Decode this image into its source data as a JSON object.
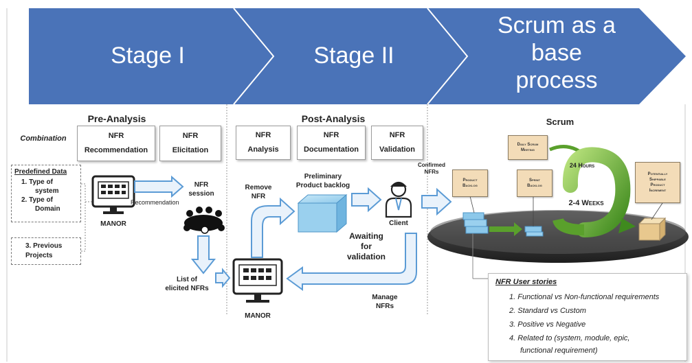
{
  "stages": {
    "stage1": "Stage I",
    "stage2": "Stage II",
    "stage3_line1": "Scrum as a",
    "stage3_line2": "base",
    "stage3_line3": "process"
  },
  "pre_analysis": {
    "title": "Pre-Analysis",
    "combination": "Combination",
    "nfr_recommendation_1": "NFR",
    "nfr_recommendation_2": "Recommendation",
    "nfr_elicitation_1": "NFR",
    "nfr_elicitation_2": "Elicitation",
    "predefined_title": "Predefined Data",
    "predefined_1a": "1.  Type of",
    "predefined_1b": "system",
    "predefined_2a": "2.  Type of",
    "predefined_2b": "Domain",
    "previous_1": "3. Previous",
    "previous_2": "Projects",
    "manor": "MANOR",
    "recommendation": "Recommendation",
    "nfr_session_1": "NFR",
    "nfr_session_2": "session",
    "list_1": "List of",
    "list_2": "elicited NFRs"
  },
  "post_analysis": {
    "title": "Post-Analysis",
    "nfr_analysis_1": "NFR",
    "nfr_analysis_2": "Analysis",
    "nfr_documentation_1": "NFR",
    "nfr_documentation_2": "Documentation",
    "nfr_validation_1": "NFR",
    "nfr_validation_2": "Validation",
    "remove_1": "Remove",
    "remove_2": "NFR",
    "backlog_1": "Preliminary",
    "backlog_2": "Product backlog",
    "client": "Client",
    "awaiting_1": "Awaiting",
    "awaiting_2": "for",
    "awaiting_3": "validation",
    "manage_1": "Manage",
    "manage_2": "NFRs",
    "manor": "MANOR"
  },
  "scrum": {
    "title": "Scrum",
    "confirmed_1": "Confirmed",
    "confirmed_2": "NFRs",
    "daily_1": "Daily Scrum",
    "daily_2": "Meeting",
    "hours": "24 Hours",
    "weeks": "2-4 Weeks",
    "product_1": "Product",
    "product_2": "Backlog",
    "sprint_1": "Sprint",
    "sprint_2": "Backlog",
    "increment_1": "Potentially",
    "increment_2": "Shippable",
    "increment_3": "Product",
    "increment_4": "Increment"
  },
  "user_stories": {
    "title": "NFR User stories",
    "items": [
      "1.  Functional vs Non-functional requirements",
      "2.  Standard vs Custom",
      "3.  Positive vs Negative",
      "4.  Related to (system, module, epic,",
      "functional requirement)"
    ]
  },
  "colors": {
    "banner": "#4a73b8",
    "arrow_fill": "#e9f2fb",
    "arrow_stroke": "#5b9bd5",
    "cube": "#9ad0ee",
    "green": "#5aa02c"
  }
}
